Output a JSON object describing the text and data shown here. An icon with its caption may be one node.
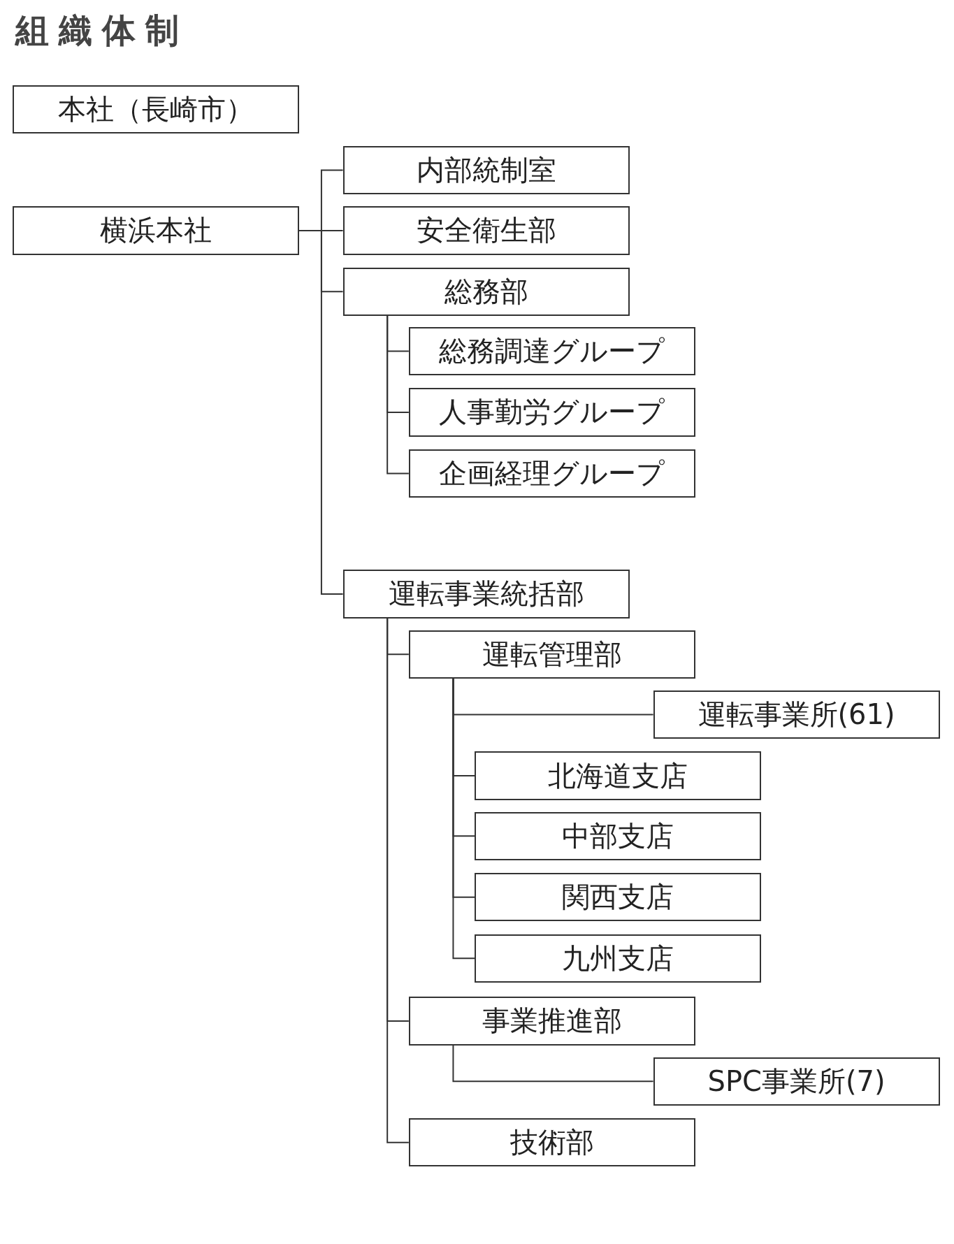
{
  "diagram": {
    "title": "組織体制",
    "nodes": [
      {
        "text": [
          "本社（長崎市）"
        ]
      },
      {
        "text": [
          "横浜本社"
        ]
      },
      {
        "text": [
          "内部統制室"
        ]
      },
      {
        "text": [
          "安全衛生部"
        ]
      },
      {
        "text": [
          "総務部"
        ]
      },
      {
        "text": [
          "総務調達グループ"
        ]
      },
      {
        "text": [
          "人事勤労グループ"
        ]
      },
      {
        "text": [
          "企画経理グループ"
        ]
      },
      {
        "text": [
          "運転事業統括部"
        ]
      },
      {
        "text": [
          "運転管理部"
        ]
      },
      {
        "text": [
          "運転事業所(61)"
        ]
      },
      {
        "text": [
          "北海道支店"
        ]
      },
      {
        "text": [
          "中部支店"
        ]
      },
      {
        "text": [
          "関西支店"
        ]
      },
      {
        "text": [
          "九州支店"
        ]
      },
      {
        "text": [
          "事業推進部"
        ]
      },
      {
        "text": [
          "SPC事業所(7)"
        ]
      },
      {
        "text": [
          "技術部"
        ]
      }
    ],
    "edges": [
      {
        "from": 1,
        "to": 2,
        "arrow": "none"
      },
      {
        "from": 1,
        "to": 3,
        "arrow": "none"
      },
      {
        "from": 1,
        "to": 4,
        "arrow": "none"
      },
      {
        "from": 1,
        "to": 8,
        "arrow": "none"
      },
      {
        "from": 4,
        "to": 5,
        "arrow": "none"
      },
      {
        "from": 4,
        "to": 6,
        "arrow": "none"
      },
      {
        "from": 4,
        "to": 7,
        "arrow": "none"
      },
      {
        "from": 8,
        "to": 9,
        "arrow": "none"
      },
      {
        "from": 8,
        "to": 15,
        "arrow": "none"
      },
      {
        "from": 8,
        "to": 17,
        "arrow": "none"
      },
      {
        "from": 9,
        "to": 10,
        "arrow": "none"
      },
      {
        "from": 9,
        "to": 11,
        "arrow": "none"
      },
      {
        "from": 9,
        "to": 12,
        "arrow": "none"
      },
      {
        "from": 9,
        "to": 13,
        "arrow": "none"
      },
      {
        "from": 9,
        "to": 14,
        "arrow": "none"
      },
      {
        "from": 15,
        "to": 16,
        "arrow": "none"
      }
    ]
  }
}
